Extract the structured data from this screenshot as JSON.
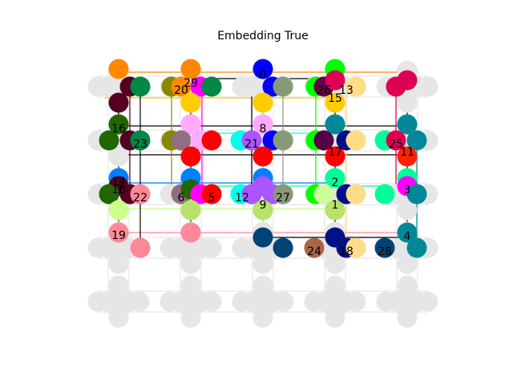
{
  "title": "Embedding True",
  "grid": {
    "columns": 5,
    "rows": 5,
    "node_color": "#e6e6e6"
  },
  "chains": [
    {
      "id": 0,
      "color": "#0000ff"
    },
    {
      "id": 1,
      "color": "#ccff99"
    },
    {
      "id": 2,
      "color": "#00ff99"
    },
    {
      "id": 3,
      "color": "#ff00ff"
    },
    {
      "id": 4,
      "color": "#008899"
    },
    {
      "id": 5,
      "color": "#ff0000"
    },
    {
      "id": 6,
      "color": "#907080"
    },
    {
      "id": 7,
      "color": "#4a2a00"
    },
    {
      "id": 8,
      "color": "#ffaaff"
    },
    {
      "id": 9,
      "color": "#b8e26a"
    },
    {
      "id": 10,
      "color": "#550022"
    },
    {
      "id": 11,
      "color": "#ff2200"
    },
    {
      "id": 12,
      "color": "#00ffee"
    },
    {
      "id": 13,
      "color": "#ffdd88"
    },
    {
      "id": 14,
      "color": "#0080ff"
    },
    {
      "id": 15,
      "color": "#ffcc00"
    },
    {
      "id": 16,
      "color": "#226600"
    },
    {
      "id": 17,
      "color": "#550044"
    },
    {
      "id": 18,
      "color": "#001188"
    },
    {
      "id": 19,
      "color": "#ccff88"
    },
    {
      "id": 20,
      "color": "#ff8800"
    },
    {
      "id": 21,
      "color": "#aa55ff"
    },
    {
      "id": 22,
      "color": "#ff8899"
    },
    {
      "id": 23,
      "color": "#008844"
    },
    {
      "id": 24,
      "color": "#aa6644"
    },
    {
      "id": 25,
      "color": "#dd0055"
    },
    {
      "id": 26,
      "color": "#660044"
    },
    {
      "id": 27,
      "color": "#889977"
    },
    {
      "id": 28,
      "color": "#004477"
    },
    {
      "id": 29,
      "color": "#888800"
    }
  ]
}
